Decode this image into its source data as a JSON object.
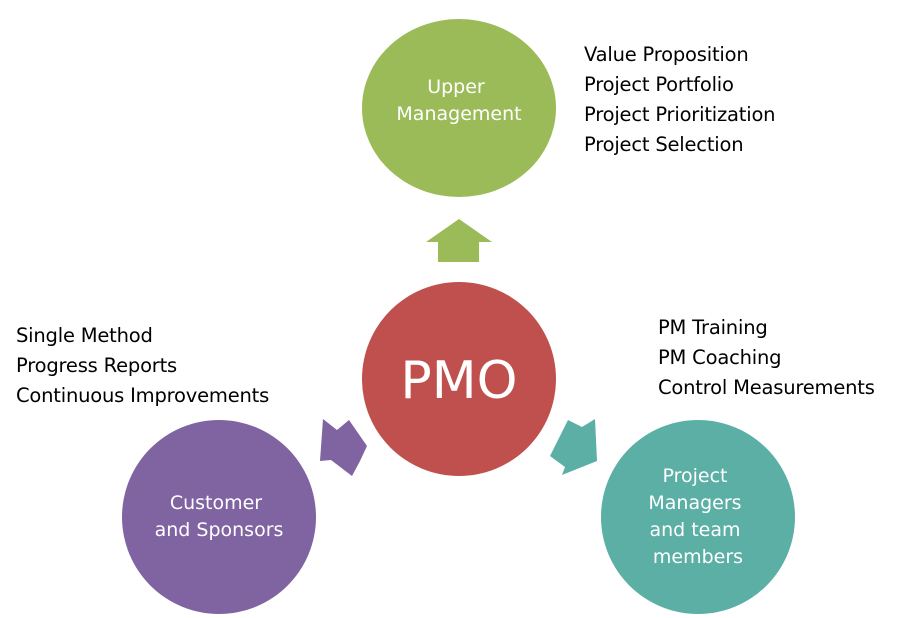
{
  "diagram": {
    "title": "PMO relationships",
    "center": {
      "label": "PMO",
      "color": "#C0504D"
    },
    "nodes": [
      {
        "id": "upper-management",
        "lines": [
          "Upper",
          "Management"
        ],
        "color": "#9BBB59",
        "arrow_color": "#9BBB59"
      },
      {
        "id": "customer-sponsors",
        "lines": [
          "Customer",
          "and Sponsors"
        ],
        "color": "#8064A2",
        "arrow_color": "#8064A2"
      },
      {
        "id": "project-managers",
        "lines": [
          "Project",
          "Managers",
          "and team",
          "members"
        ],
        "color": "#5BAFA5",
        "arrow_color": "#5BAFA5"
      }
    ],
    "lists": {
      "upper_management": [
        "Value Proposition",
        "Project Portfolio",
        "Project Prioritization",
        "Project Selection"
      ],
      "customer_sponsors": [
        "Single Method",
        "Progress Reports",
        "Continuous Improvements"
      ],
      "project_managers": [
        "PM Training",
        "PM Coaching",
        "Control Measurements"
      ]
    }
  }
}
